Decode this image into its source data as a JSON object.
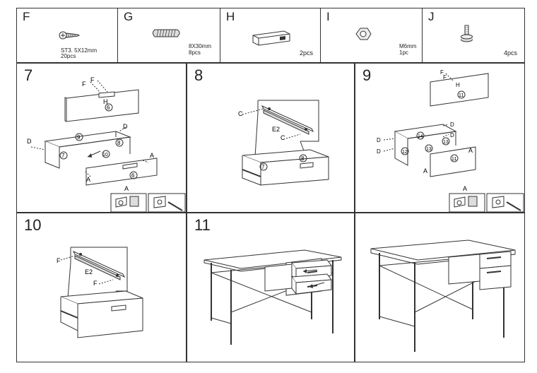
{
  "parts": [
    {
      "letter": "F",
      "spec": "ST3. 5X12mm",
      "qty": "20pcs"
    },
    {
      "letter": "G",
      "spec": "8X30mm",
      "qty": "8pcs"
    },
    {
      "letter": "H",
      "spec": "",
      "qty": "2pcs"
    },
    {
      "letter": "I",
      "spec": "M6mm",
      "qty": "1pc"
    },
    {
      "letter": "J",
      "spec": "",
      "qty": "4pcs"
    }
  ],
  "steps": [
    {
      "number": "7",
      "labels": [
        "F",
        "F",
        "H",
        "6",
        "9",
        "8",
        "7",
        "10",
        "6",
        "D",
        "D",
        "A",
        "A",
        "A"
      ]
    },
    {
      "number": "8",
      "labels": [
        "C",
        "E2",
        "C",
        "7",
        "8"
      ]
    },
    {
      "number": "9",
      "labels": [
        "F",
        "F",
        "H",
        "11",
        "D",
        "D",
        "D",
        "D",
        "14",
        "13",
        "13",
        "12",
        "11",
        "A",
        "A",
        "A"
      ]
    },
    {
      "number": "10",
      "labels": [
        "F",
        "E2",
        "F"
      ]
    },
    {
      "number": "11",
      "labels": []
    },
    {
      "number": "",
      "labels": []
    }
  ]
}
